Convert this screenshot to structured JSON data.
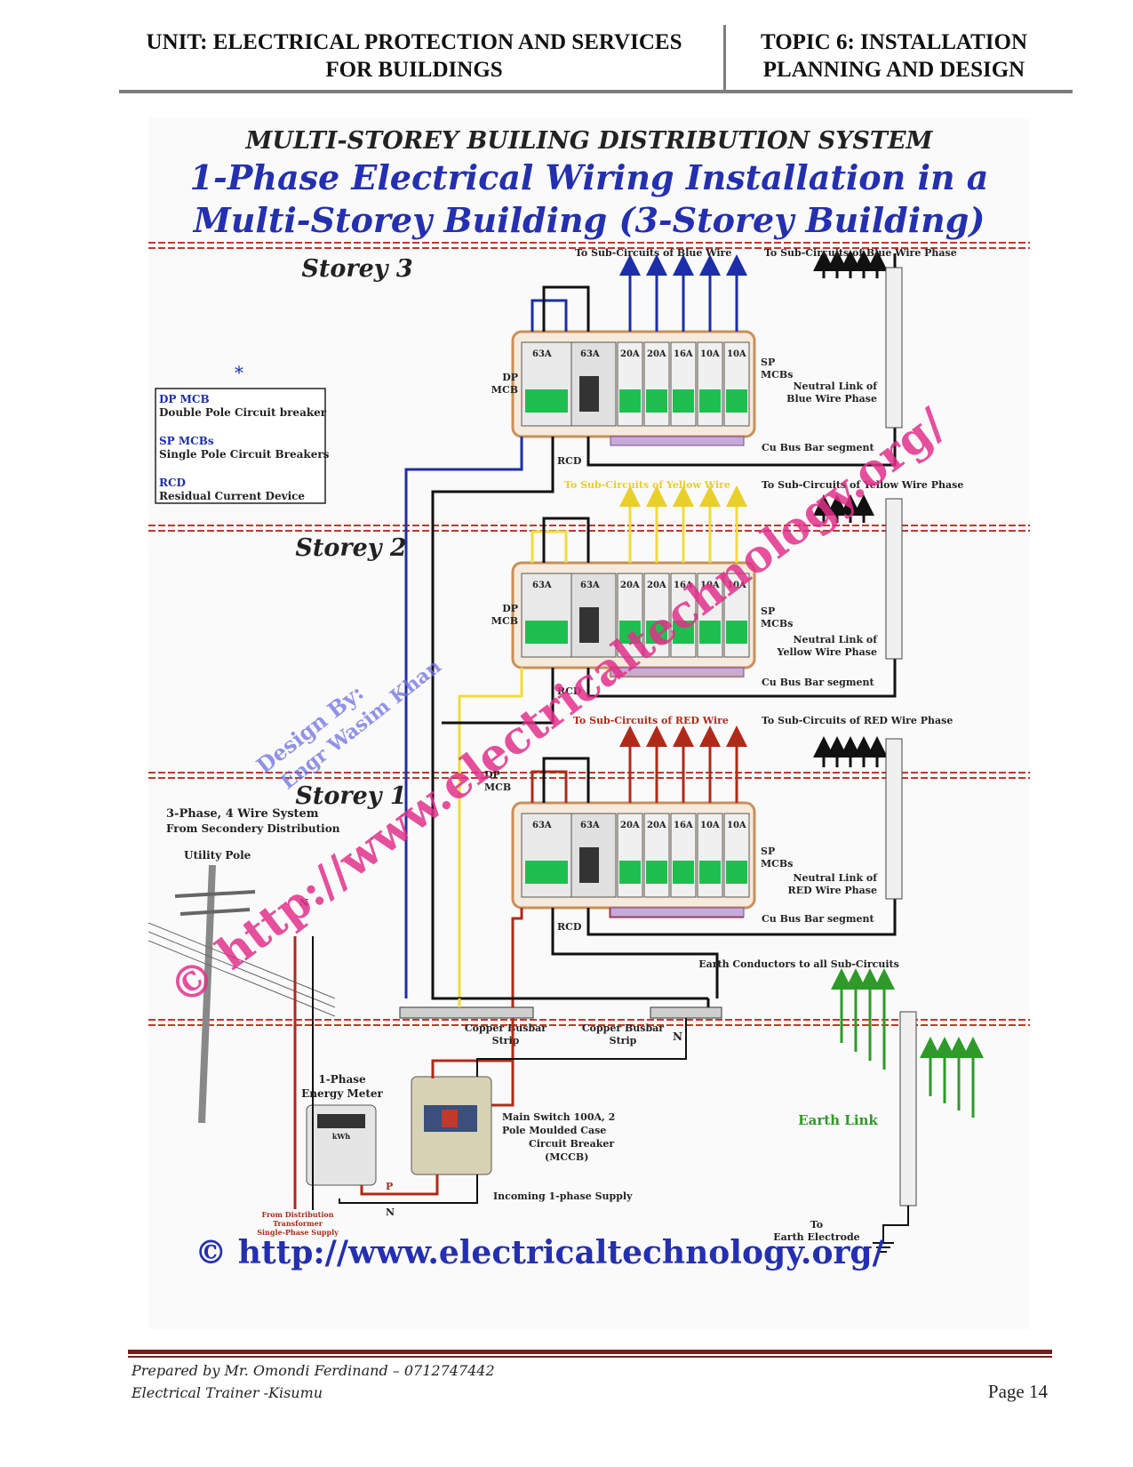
{
  "header": {
    "unit_line1": "UNIT:  ELECTRICAL  PROTECTION  AND  SERVICES",
    "unit_line2": "FOR BUILDINGS",
    "topic_line1": "TOPIC 6: INSTALLATION",
    "topic_line2": "PLANNING AND DESIGN"
  },
  "diagram": {
    "title_top": "MULTI-STOREY BUILING DISTRIBUTION SYSTEM",
    "title_main_line1": "1-Phase Electrical Wiring Installation in a",
    "title_main_line2": "Multi-Storey  Building (3-Storey Building)",
    "storeys": [
      "Storey 3",
      "Storey 2",
      "Storey 1"
    ],
    "legend": {
      "marker": "*",
      "dp_abbr": "DP MCB",
      "dp_desc": "Double Pole Circuit breaker",
      "sp_abbr": "SP MCBs",
      "sp_desc": "Single Pole Circuit Breakers",
      "rcd_abbr": "RCD",
      "rcd_desc": "Residual Current Device"
    },
    "breaker_ratings": [
      "63A",
      "63A",
      "20A",
      "20A",
      "16A",
      "10A",
      "10A"
    ],
    "labels": {
      "dp_mcb_1": "DP",
      "dp_mcb_2": "MCB",
      "sp_mcbs_1": "SP",
      "sp_mcbs_2": "MCBs",
      "rcd": "RCD",
      "cu_bus_bar": "Cu Bus Bar segment",
      "subcircuits_blue": "To Sub-Circuits of Blue Wire",
      "subcircuits_blue_phase": "To Sub-Circuits of  Blue Wire Phase",
      "neutral_blue_1": "Neutral Link of",
      "neutral_blue_2": "Blue Wire Phase",
      "subcircuits_yellow": "To Sub-Circuits of Yellow Wire",
      "subcircuits_yellow_phase": "To Sub-Circuits of Yellow Wire Phase",
      "neutral_yellow_1": "Neutral Link of",
      "neutral_yellow_2": "Yellow Wire Phase",
      "subcircuits_red": "To Sub-Circuits of RED Wire",
      "subcircuits_red_phase": "To Sub-Circuits of  RED Wire Phase",
      "neutral_red_1": "Neutral Link of",
      "neutral_red_2": "RED Wire Phase",
      "three_phase_1": "3-Phase, 4 Wire System",
      "three_phase_2": "From Secondery Distribution",
      "utility_pole": "Utility Pole",
      "n": "N",
      "p": "P",
      "copper_busbar_1": "Copper Busbar",
      "copper_busbar_2": "Strip",
      "energy_meter_1": "1-Phase",
      "energy_meter_2": "Energy Meter",
      "kwh": "kWh",
      "mccb_1": "Main Switch 100A, 2",
      "mccb_2": "Pole Moulded Case",
      "mccb_3": "Circuit Breaker",
      "mccb_4": "(MCCB)",
      "incoming": "Incoming 1-phase Supply",
      "from_dist_1": "From Distribution",
      "from_dist_2": "Transformer",
      "from_dist_3": "Single-Phase Supply",
      "earth_conductors": "Earth Conductors to all Sub-Circuits",
      "earth_link": "Earth Link",
      "earth_electrode_1": "To",
      "earth_electrode_2": "Earth Electrode",
      "design_by_1": "Design By:",
      "design_by_2": "Engr Wasim Khan",
      "watermark_diag": "© http://www.electricaltechnology.org/",
      "website": "© http://www.electricaltechnology.org/"
    },
    "colors": {
      "blue": "#1c2ea8",
      "yellow": "#f2dc3a",
      "red": "#b02a1a",
      "green": "#2f9a2a",
      "breaker_green": "#1fbf4f",
      "watermark": "#e0308a",
      "title_blue": "#2430b0"
    }
  },
  "footer": {
    "line1": "Prepared  by  Mr.  Omondi  Ferdinand  –  0712747442",
    "line2": "Electrical Trainer -Kisumu",
    "page": "Page 14"
  }
}
